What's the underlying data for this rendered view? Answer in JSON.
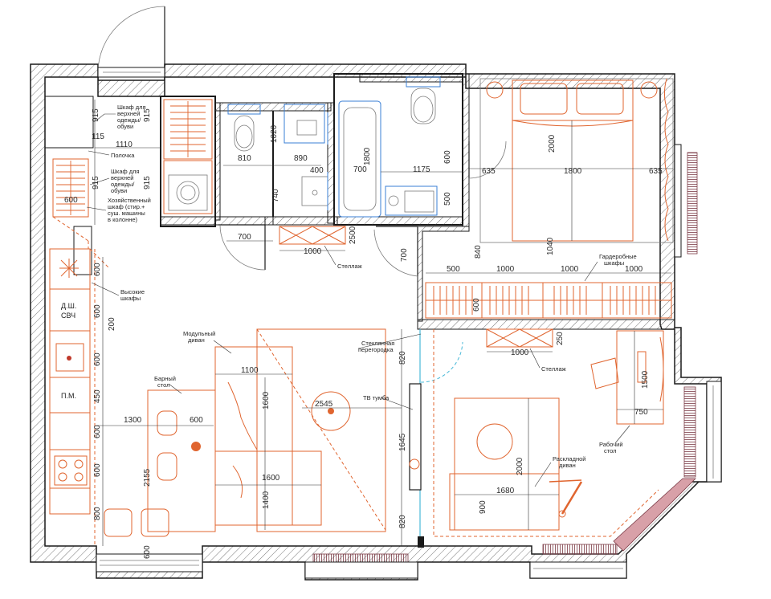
{
  "labels": {
    "shkaf_top": [
      "Шкаф для",
      "верхней",
      "одежды/",
      "обуви"
    ],
    "polochka": "Полочка",
    "shkaf_mid": [
      "Шкаф для",
      "верхней",
      "одежды/",
      "обуви"
    ],
    "hoz_shkaf": [
      "Хозяйственный",
      "шкаф (стир.+",
      "суш. машины",
      "в колонне)"
    ],
    "vysokie": [
      "Высокие",
      "шкафы"
    ],
    "dsh": "Д.Ш.",
    "svch": "СВЧ",
    "pm": "П.М.",
    "modular": [
      "Модульный",
      "диван"
    ],
    "bar": [
      "Барный",
      "стол"
    ],
    "steklyannaya": [
      "Стеклянная",
      "перегородка"
    ],
    "tv": "ТВ тумба",
    "stellazh_top": "Стеллаж",
    "stellazh_bot": "Стеллаж",
    "garderob": [
      "Гардеробные",
      "шкафы"
    ],
    "raskladnoy": [
      "Раскладной",
      "диван"
    ],
    "rabochiy": [
      "Рабочий",
      "стол"
    ]
  },
  "dims": {
    "d915a": "915",
    "d915b": "915",
    "d115": "115",
    "d1110": "1110",
    "d915c": "915",
    "d600a": "600",
    "d915d": "915",
    "d1020": "1020",
    "d810": "810",
    "d890": "890",
    "d400": "400",
    "d740": "740",
    "d1800v": "1800",
    "d700a": "700",
    "d1175": "1175",
    "d600b": "600",
    "d500a": "500",
    "d2000a": "2000",
    "d635a": "635",
    "d1800h": "1800",
    "d635b": "635",
    "d700b": "700",
    "d1000a": "1000",
    "d2500": "2500",
    "d700c": "700",
    "d500b": "500",
    "d840": "840",
    "d1000b": "1000",
    "d1040": "1040",
    "d1000c": "1000",
    "d1000d": "1000",
    "d600c": "600",
    "d600d": "600",
    "d200": "200",
    "d600e": "600",
    "d450": "450",
    "d600f": "600",
    "d600g": "600",
    "d800": "800",
    "d600h": "600",
    "d1300": "1300",
    "d600i": "600",
    "d2155": "2155",
    "d1100": "1100",
    "d1600a": "1600",
    "d1600b": "1600",
    "d1400": "1400",
    "d2545": "2545",
    "d820a": "820",
    "d1645": "1645",
    "d820b": "820",
    "d1000e": "1000",
    "d250b": "250",
    "d1500": "1500",
    "d750": "750",
    "d2000b": "2000",
    "d1680": "1680",
    "d900": "900",
    "d600j": "600"
  }
}
